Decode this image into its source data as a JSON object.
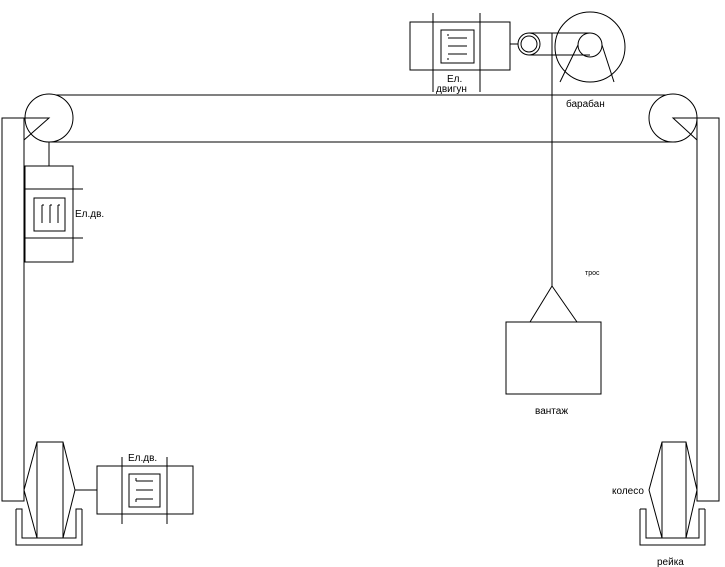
{
  "labels": {
    "motor_top_line1": "Ел.",
    "motor_top_line2": "двигун",
    "drum": "барабан",
    "motor_left": "Ел.дв.",
    "motor_bottom": "Ел.дв.",
    "rope": "трос",
    "load": "вантаж",
    "wheel": "колесо",
    "rail": "рейка"
  }
}
